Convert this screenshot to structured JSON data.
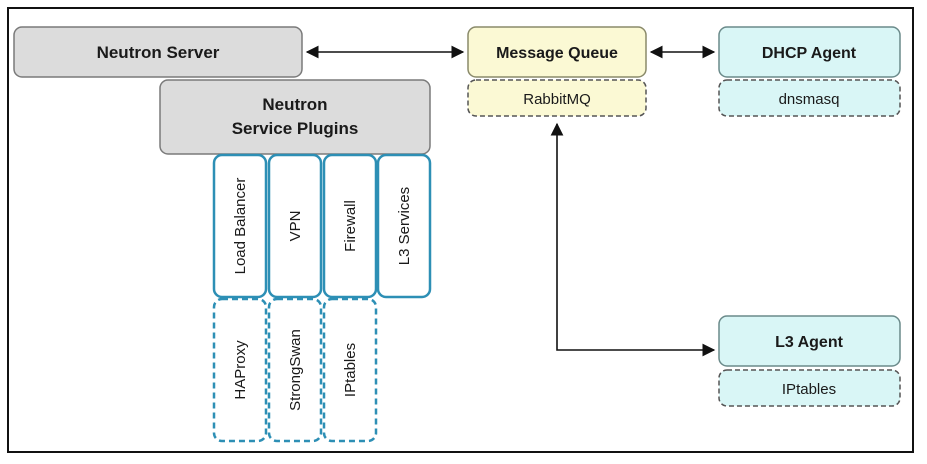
{
  "neutron_server": {
    "label": "Neutron Server"
  },
  "service_plugins": {
    "line1": "Neutron",
    "line2": "Service Plugins"
  },
  "plugins": [
    {
      "label": "Load Balancer",
      "impl": "HAProxy"
    },
    {
      "label": "VPN",
      "impl": "StrongSwan"
    },
    {
      "label": "Firewall",
      "impl": "IPtables"
    },
    {
      "label": "L3 Services",
      "impl": ""
    }
  ],
  "message_queue": {
    "label": "Message Queue",
    "impl": "RabbitMQ"
  },
  "dhcp_agent": {
    "label": "DHCP Agent",
    "impl": "dnsmasq"
  },
  "l3_agent": {
    "label": "L3 Agent",
    "impl": "IPtables"
  },
  "colors": {
    "gray_fill": "#dcdcdc",
    "gray_stroke": "#7a7a7a",
    "yellow_fill": "#fbf9d4",
    "cyan_fill": "#d9f6f6",
    "blue_stroke": "#2d8fb5"
  }
}
